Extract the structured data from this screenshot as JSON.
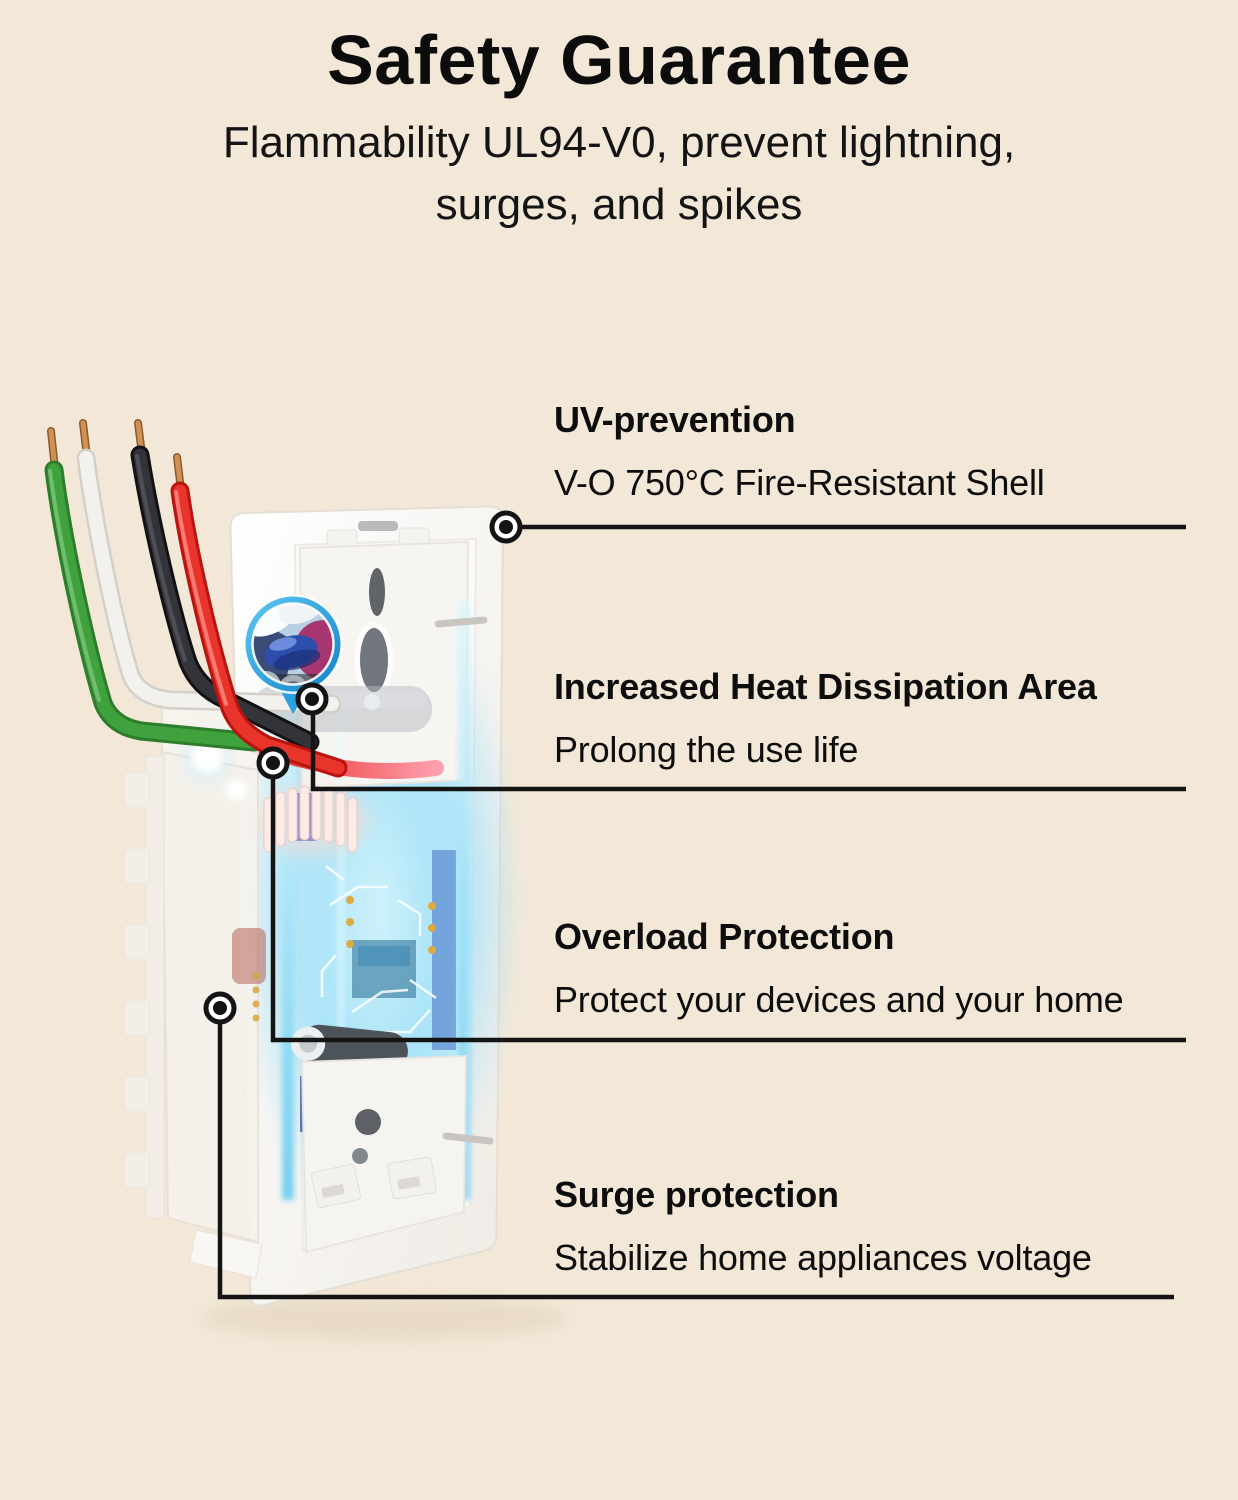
{
  "header": {
    "title": "Safety Guarantee",
    "subtitle_lines": [
      "Flammability UL94-V0, prevent lightning,",
      "surges, and spikes"
    ]
  },
  "callouts": [
    {
      "heading": "UV-prevention",
      "description": "V-O 750°C Fire-Resistant Shell"
    },
    {
      "heading": "Increased Heat Dissipation Area",
      "description": "Prolong the use life"
    },
    {
      "heading": "Overload Protection",
      "description": "Protect your devices and your home"
    },
    {
      "heading": "Surge protection",
      "description": "Stabilize home appliances voltage"
    }
  ],
  "illustration": {
    "subject": "smart-light-switch-cutaway",
    "background_color": "#f3e8d8",
    "connector_color": "#141414",
    "magnifier_ring_color": "#2aa0e0",
    "wire_colors": {
      "ground_wire": "#3fa23c",
      "neutral_wire": "#f3f1ed",
      "live_wire": "#2b2b2e",
      "load_wire": "#e8342a",
      "copper_tip": "#cf9254"
    }
  }
}
